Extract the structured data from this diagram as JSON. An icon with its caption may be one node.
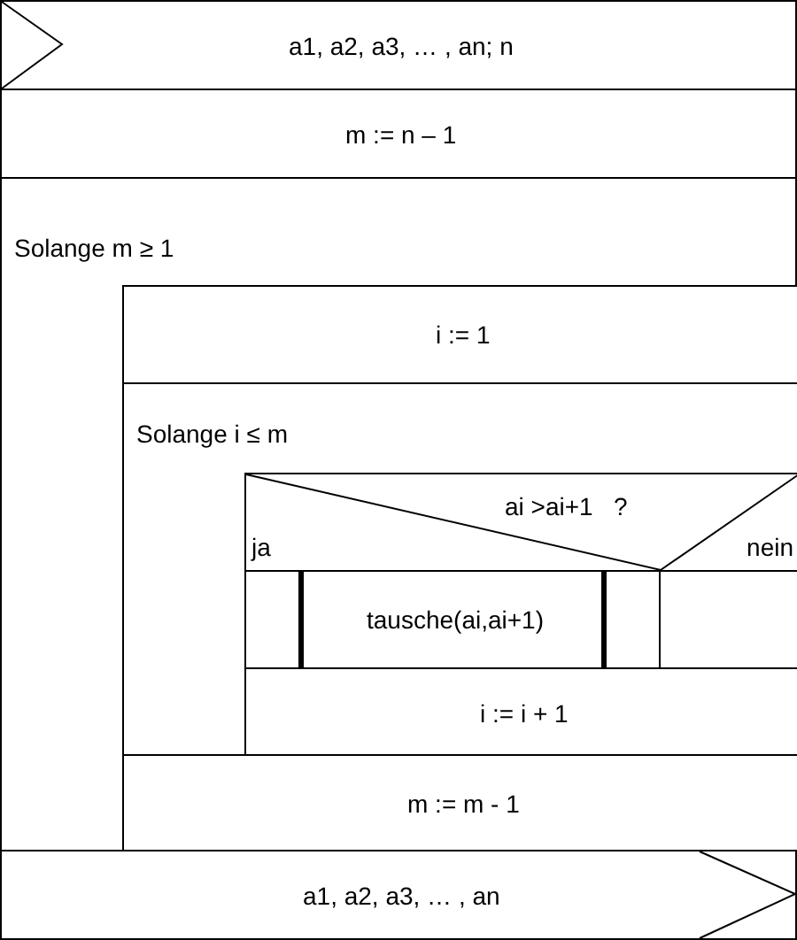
{
  "diagram": {
    "nodes": [
      {
        "text": [
          "a1, a2, a3, … , an; n"
        ]
      },
      {
        "text": [
          "m := n – 1"
        ]
      },
      {
        "text": [
          "Solange m ≥ 1"
        ]
      },
      {
        "text": [
          "i := 1"
        ],
        "in": 2
      },
      {
        "text": [
          "Solange i ≤ m"
        ],
        "in": 2
      },
      {
        "text": [
          "ai >ai+1   ?",
          "ja",
          "nein"
        ],
        "in": 4
      },
      {
        "text": [
          "tausche(ai,ai+1)"
        ],
        "in": 4
      },
      {
        "text": [
          "i := i + 1"
        ],
        "in": 4
      },
      {
        "text": [
          "m := m - 1"
        ],
        "in": 2
      },
      {
        "text": [
          "a1, a2, a3, … , an"
        ]
      }
    ],
    "edges": []
  }
}
